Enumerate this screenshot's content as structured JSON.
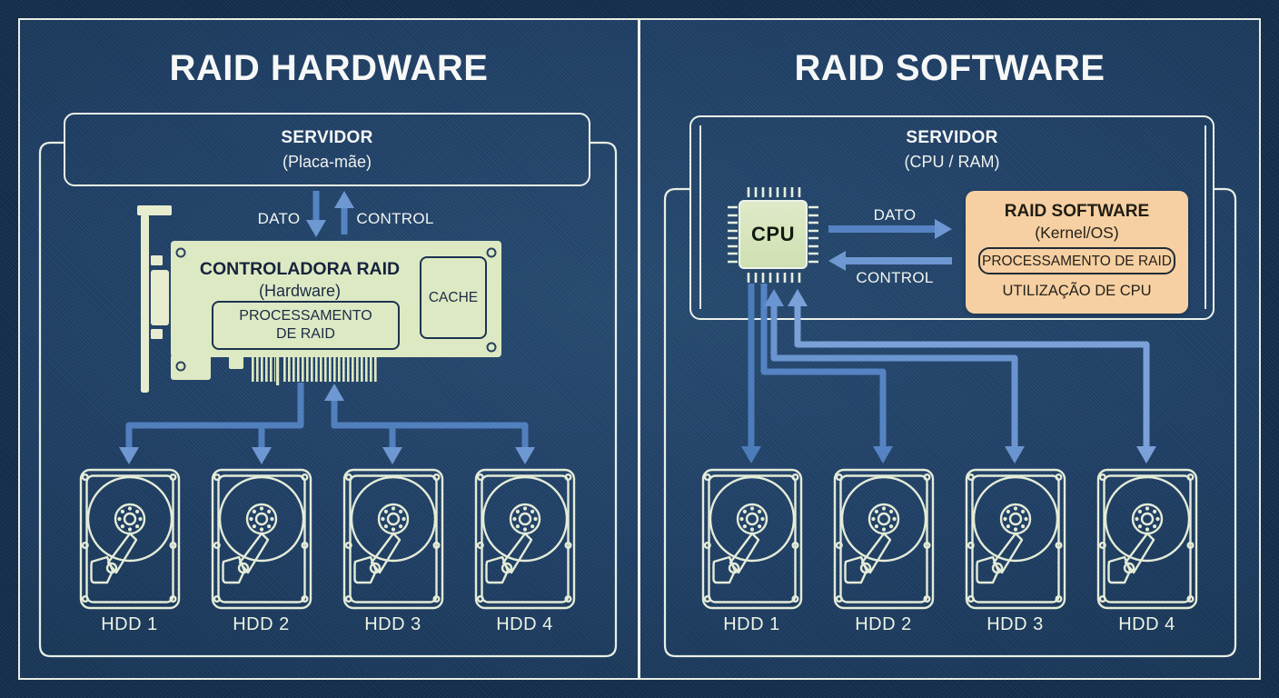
{
  "colors": {
    "background_navy": "#1e3e64",
    "frame_line": "#eaf0e6",
    "outline_cream": "#e4ecd8",
    "arrow_blue": "#5583c3",
    "arrow_blue_light": "#6e98d2",
    "card_fill": "#dde9c3",
    "cpu_fill": "#d6e5bd",
    "software_fill": "#f6d0a2",
    "dark_text": "#16233c"
  },
  "left_panel": {
    "title": "RAID HARDWARE",
    "server": {
      "name": "SERVIDOR",
      "detail": "(Placa-mãe)"
    },
    "data_label": "DATO",
    "control_label": "CONTROL",
    "controller": {
      "title": "CONTROLADORA RAID",
      "subtitle": "(Hardware)",
      "processing_line1": "PROCESSAMENTO",
      "processing_line2": "DE RAID",
      "cache_label": "CACHE"
    },
    "hdds": [
      "HDD 1",
      "HDD 2",
      "HDD 3",
      "HDD 4"
    ]
  },
  "right_panel": {
    "title": "RAID SOFTWARE",
    "server": {
      "name": "SERVIDOR",
      "detail": "(CPU / RAM)"
    },
    "data_label": "DATO",
    "control_label": "CONTROL",
    "cpu_label": "CPU",
    "software": {
      "title": "RAID SOFTWARE",
      "subtitle": "(Kernel/OS)",
      "processing": "PROCESSAMENTO DE RAID",
      "utilization": "UTILIZAÇÃO DE CPU"
    },
    "hdds": [
      "HDD 1",
      "HDD 2",
      "HDD 3",
      "HDD 4"
    ]
  },
  "icons": [
    "raid-controller-card-icon",
    "pci-bracket-icon",
    "cpu-chip-icon",
    "hdd-icon",
    "arrow-down-icon",
    "arrow-up-icon",
    "arrow-right-icon",
    "arrow-left-icon"
  ]
}
